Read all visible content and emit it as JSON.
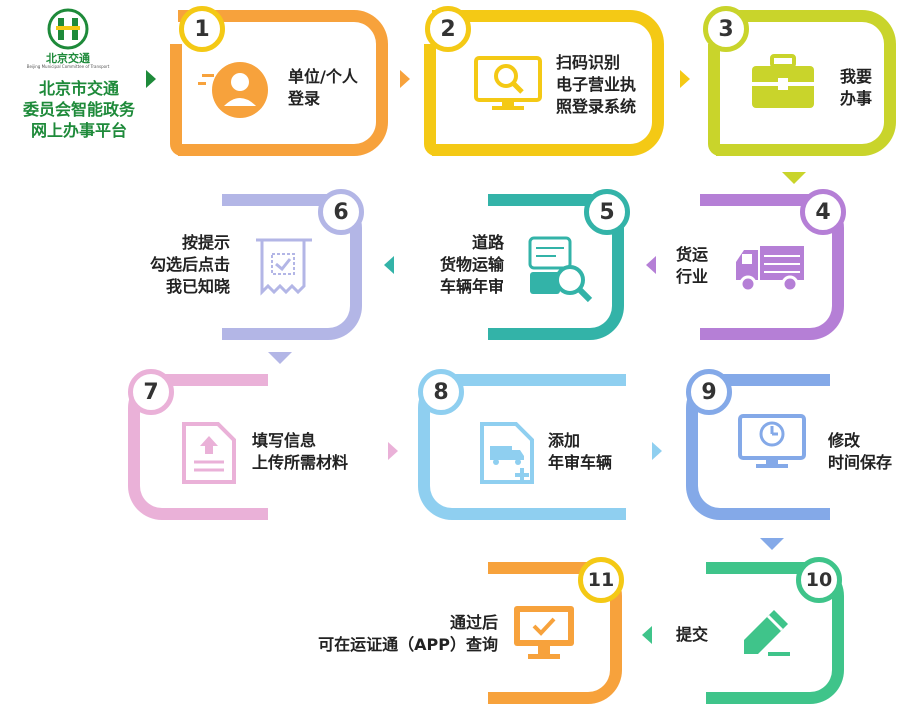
{
  "logo": {
    "brand": "北京交通",
    "small_text": "Beijing Municipal Committee of Transport",
    "title_lines": [
      "北京市交通",
      "委员会智能政务",
      "网上办事平台"
    ]
  },
  "steps": [
    {
      "number": "1",
      "lines": [
        "单位/个人",
        "登录"
      ],
      "color": "#f7a23c",
      "icon": "user-icon"
    },
    {
      "number": "2",
      "lines": [
        "扫码识别",
        "电子营业执",
        "照登录系统"
      ],
      "color": "#f4c915",
      "icon": "scan-monitor-icon"
    },
    {
      "number": "3",
      "lines": [
        "我要",
        "办事"
      ],
      "color": "#c9d42b",
      "icon": "briefcase-icon"
    },
    {
      "number": "4",
      "lines": [
        "货运",
        "行业"
      ],
      "color": "#b57fd6",
      "icon": "truck-icon"
    },
    {
      "number": "5",
      "lines": [
        "道路",
        "货物运输",
        "车辆年审"
      ],
      "color": "#33b3a8",
      "icon": "truck-search-icon"
    },
    {
      "number": "6",
      "lines": [
        "按提示",
        "勾选后点击",
        "我已知晓"
      ],
      "color": "#b3b6e6",
      "icon": "receipt-check-icon"
    },
    {
      "number": "7",
      "lines": [
        "填写信息",
        "上传所需材料"
      ],
      "color": "#eab1d8",
      "icon": "document-upload-icon"
    },
    {
      "number": "8",
      "lines": [
        "添加",
        "年审车辆"
      ],
      "color": "#8fcff0",
      "icon": "add-vehicle-icon"
    },
    {
      "number": "9",
      "lines": [
        "修改",
        "时间保存"
      ],
      "color": "#84a9e8",
      "icon": "monitor-clock-icon"
    },
    {
      "number": "10",
      "lines": [
        "提交"
      ],
      "color": "#3fc48a",
      "icon": "pen-icon"
    },
    {
      "number": "11",
      "lines": [
        "通过后",
        "可在运证通（APP）查询"
      ],
      "color": "#f7a23c",
      "icon": "monitor-check-icon"
    }
  ]
}
